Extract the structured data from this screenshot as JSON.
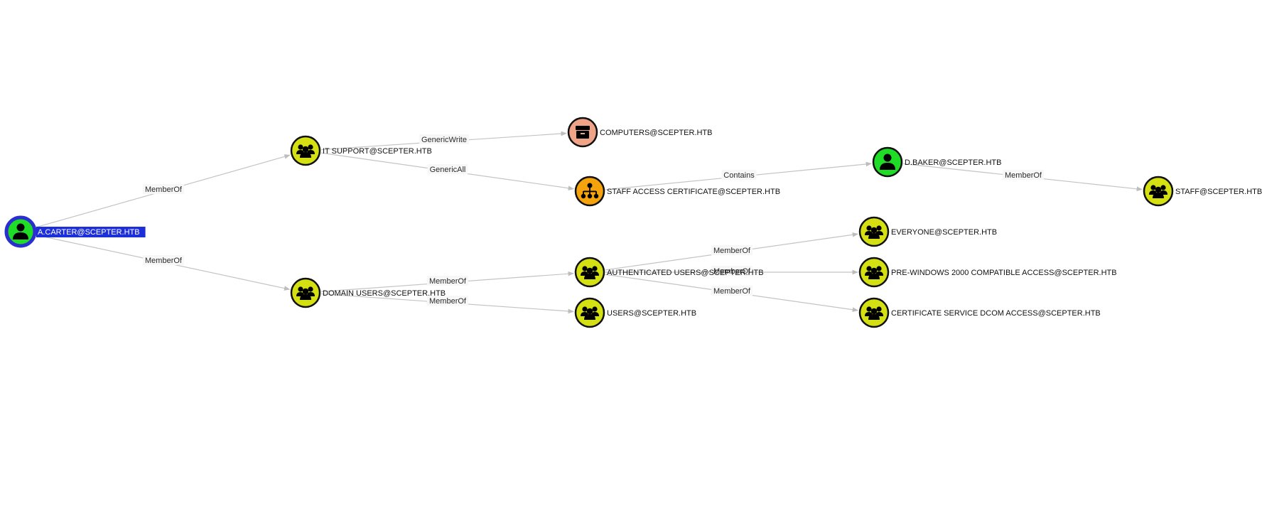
{
  "colors": {
    "user": "#1fdc27",
    "group": "#d4e012",
    "container": "#f0a487",
    "ou": "#f5a30c",
    "selection": "#1d2fd9",
    "edge": "#c4c4c4"
  },
  "nodes": [
    {
      "id": "acarter",
      "label": "A.CARTER@SCEPTER.HTB",
      "kind": "user",
      "icon": "user-icon",
      "selected": true
    },
    {
      "id": "itsupport",
      "label": "IT SUPPORT@SCEPTER.HTB",
      "kind": "group",
      "icon": "group-icon"
    },
    {
      "id": "domainusers",
      "label": "DOMAIN USERS@SCEPTER.HTB",
      "kind": "group",
      "icon": "group-icon"
    },
    {
      "id": "computers",
      "label": "COMPUTERS@SCEPTER.HTB",
      "kind": "container",
      "icon": "container-icon"
    },
    {
      "id": "staffaccess",
      "label": "STAFF ACCESS CERTIFICATE@SCEPTER.HTB",
      "kind": "ou",
      "icon": "ou-icon"
    },
    {
      "id": "authusers",
      "label": "AUTHENTICATED USERS@SCEPTER.HTB",
      "kind": "group",
      "icon": "group-icon"
    },
    {
      "id": "users",
      "label": "USERS@SCEPTER.HTB",
      "kind": "group",
      "icon": "group-icon"
    },
    {
      "id": "dbaker",
      "label": "D.BAKER@SCEPTER.HTB",
      "kind": "user",
      "icon": "user-icon"
    },
    {
      "id": "everyone",
      "label": "EVERYONE@SCEPTER.HTB",
      "kind": "group",
      "icon": "group-icon"
    },
    {
      "id": "prewin2000",
      "label": "PRE-WINDOWS 2000 COMPATIBLE ACCESS@SCEPTER.HTB",
      "kind": "group",
      "icon": "group-icon"
    },
    {
      "id": "certsvc",
      "label": "CERTIFICATE SERVICE DCOM ACCESS@SCEPTER.HTB",
      "kind": "group",
      "icon": "group-icon"
    },
    {
      "id": "staff",
      "label": "STAFF@SCEPTER.HTB",
      "kind": "group",
      "icon": "group-icon"
    }
  ],
  "edges": [
    {
      "from": "acarter",
      "to": "itsupport",
      "label": "MemberOf"
    },
    {
      "from": "acarter",
      "to": "domainusers",
      "label": "MemberOf"
    },
    {
      "from": "itsupport",
      "to": "computers",
      "label": "GenericWrite"
    },
    {
      "from": "itsupport",
      "to": "staffaccess",
      "label": "GenericAll"
    },
    {
      "from": "domainusers",
      "to": "authusers",
      "label": "MemberOf"
    },
    {
      "from": "domainusers",
      "to": "users",
      "label": "MemberOf"
    },
    {
      "from": "staffaccess",
      "to": "dbaker",
      "label": "Contains"
    },
    {
      "from": "dbaker",
      "to": "staff",
      "label": "MemberOf"
    },
    {
      "from": "authusers",
      "to": "everyone",
      "label": "MemberOf"
    },
    {
      "from": "authusers",
      "to": "prewin2000",
      "label": "MemberOf"
    },
    {
      "from": "authusers",
      "to": "certsvc",
      "label": "MemberOf"
    }
  ]
}
